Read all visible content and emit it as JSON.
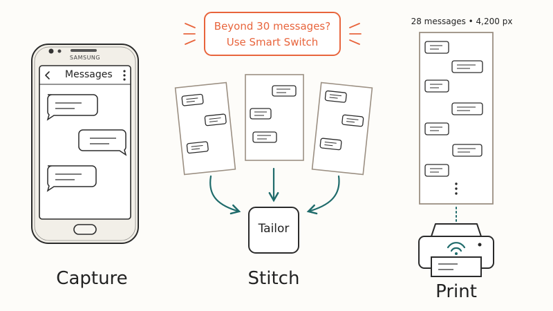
{
  "stages": {
    "capture": "Capture",
    "stitch": "Stitch",
    "print": "Print"
  },
  "phone": {
    "brand": "SAMSUNG",
    "app_title": "Messages",
    "back_icon": "chevron-left-icon",
    "menu_icon": "kebab-menu-icon"
  },
  "callout": {
    "line1": "Beyond 30 messages?",
    "line2": "Use Smart Switch"
  },
  "tailor_label": "Tailor",
  "stitched_image": {
    "stats": "28 messages • 4,200 px"
  },
  "printer": {
    "icon": "wifi-printer-icon"
  },
  "colors": {
    "ink": "#2a2a2a",
    "accent_orange": "#e8643c",
    "arrow_teal": "#1f6b6b",
    "frame_taupe": "#9b8f82",
    "phone_body": "#f2efe8"
  }
}
